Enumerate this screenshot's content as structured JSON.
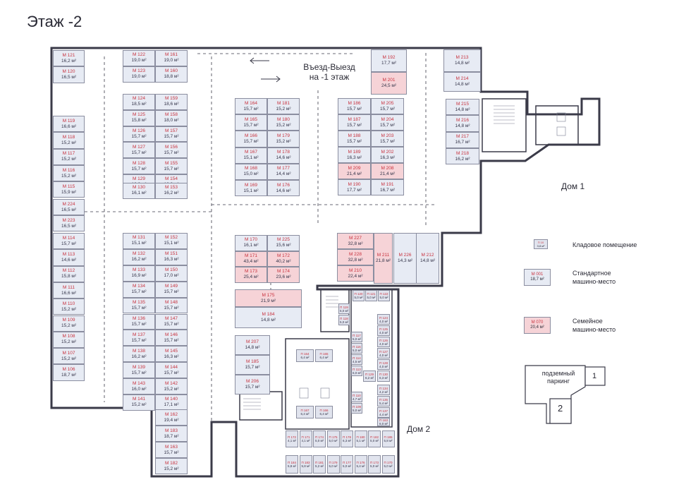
{
  "title": "Этаж -2",
  "entrance": {
    "line1": "Въезд-Выезд",
    "line2": "на -1 этаж"
  },
  "house1": "Дом 1",
  "house2": "Дом 2",
  "spaces": [
    {
      "id": "М 121",
      "area": "16,2 м²",
      "t": "std"
    },
    {
      "id": "М 120",
      "area": "16,5 м²",
      "t": "std"
    },
    {
      "id": "М 119",
      "area": "16,6 м²",
      "t": "std"
    },
    {
      "id": "М 118",
      "area": "15,2 м²",
      "t": "std"
    },
    {
      "id": "М 117",
      "area": "15,2 м²",
      "t": "std"
    },
    {
      "id": "М 116",
      "area": "15,2 м²",
      "t": "std"
    },
    {
      "id": "М 115",
      "area": "15,9 м²",
      "t": "std"
    },
    {
      "id": "М 224",
      "area": "16,5 м²",
      "t": "std"
    },
    {
      "id": "М 223",
      "area": "16,5 м²",
      "t": "std"
    },
    {
      "id": "М 114",
      "area": "15,7 м²",
      "t": "std"
    },
    {
      "id": "М 113",
      "area": "14,6 м²",
      "t": "std"
    },
    {
      "id": "М 112",
      "area": "15,8 м²",
      "t": "std"
    },
    {
      "id": "М 111",
      "area": "16,6 м²",
      "t": "std"
    },
    {
      "id": "М 110",
      "area": "15,2 м²",
      "t": "std"
    },
    {
      "id": "М 109",
      "area": "15,2 м²",
      "t": "std"
    },
    {
      "id": "М 108",
      "area": "15,2 м²",
      "t": "std"
    },
    {
      "id": "М 107",
      "area": "15,2 м²",
      "t": "std"
    },
    {
      "id": "М 106",
      "area": "18,7 м²",
      "t": "std"
    },
    {
      "id": "М 122",
      "area": "19,0 м²",
      "t": "std"
    },
    {
      "id": "М 161",
      "area": "19,0 м²",
      "t": "std"
    },
    {
      "id": "М 123",
      "area": "19,0 м²",
      "t": "std"
    },
    {
      "id": "М 160",
      "area": "18,8 м²",
      "t": "std"
    },
    {
      "id": "М 124",
      "area": "18,5 м²",
      "t": "std"
    },
    {
      "id": "М 159",
      "area": "18,6 м²",
      "t": "std"
    },
    {
      "id": "М 125",
      "area": "15,8 м²",
      "t": "std"
    },
    {
      "id": "М 158",
      "area": "18,0 м²",
      "t": "std"
    },
    {
      "id": "М 126",
      "area": "15,7 м²",
      "t": "std"
    },
    {
      "id": "М 157",
      "area": "15,7 м²",
      "t": "std"
    },
    {
      "id": "М 127",
      "area": "15,7 м²",
      "t": "std"
    },
    {
      "id": "М 156",
      "area": "15,7 м²",
      "t": "std"
    },
    {
      "id": "М 128",
      "area": "15,7 м²",
      "t": "std"
    },
    {
      "id": "М 155",
      "area": "15,7 м²",
      "t": "std"
    },
    {
      "id": "М 129",
      "area": "16,2 м²",
      "t": "std"
    },
    {
      "id": "М 154",
      "area": "16,3 м²",
      "t": "std"
    },
    {
      "id": "М 130",
      "area": "16,1 м²",
      "t": "std"
    },
    {
      "id": "М 153",
      "area": "16,2 м²",
      "t": "std"
    },
    {
      "id": "М 131",
      "area": "15,1 м²",
      "t": "std"
    },
    {
      "id": "М 152",
      "area": "15,1 м²",
      "t": "std"
    },
    {
      "id": "М 132",
      "area": "16,2 м²",
      "t": "std"
    },
    {
      "id": "М 151",
      "area": "16,3 м²",
      "t": "std"
    },
    {
      "id": "М 133",
      "area": "16,9 м²",
      "t": "std"
    },
    {
      "id": "М 150",
      "area": "17,0 м²",
      "t": "std"
    },
    {
      "id": "М 134",
      "area": "15,7 м²",
      "t": "std"
    },
    {
      "id": "М 149",
      "area": "15,7 м²",
      "t": "std"
    },
    {
      "id": "М 135",
      "area": "15,7 м²",
      "t": "std"
    },
    {
      "id": "М 148",
      "area": "15,7 м²",
      "t": "std"
    },
    {
      "id": "М 136",
      "area": "15,7 м²",
      "t": "std"
    },
    {
      "id": "М 147",
      "area": "15,7 м²",
      "t": "std"
    },
    {
      "id": "М 137",
      "area": "15,7 м²",
      "t": "std"
    },
    {
      "id": "М 146",
      "area": "15,7 м²",
      "t": "std"
    },
    {
      "id": "М 138",
      "area": "16,2 м²",
      "t": "std"
    },
    {
      "id": "М 145",
      "area": "16,3 м²",
      "t": "std"
    },
    {
      "id": "М 139",
      "area": "15,7 м²",
      "t": "std"
    },
    {
      "id": "М 144",
      "area": "15,7 м²",
      "t": "std"
    },
    {
      "id": "М 143",
      "area": "16,0 м²",
      "t": "std"
    },
    {
      "id": "М 142",
      "area": "15,2 м²",
      "t": "std"
    },
    {
      "id": "М 141",
      "area": "15,2 м²",
      "t": "std"
    },
    {
      "id": "М 140",
      "area": "17,1 м²",
      "t": "std"
    },
    {
      "id": "М 162",
      "area": "19,4 м²",
      "t": "std"
    },
    {
      "id": "М 183",
      "area": "18,7 м²",
      "t": "std"
    },
    {
      "id": "М 163",
      "area": "15,7 м²",
      "t": "std"
    },
    {
      "id": "М 182",
      "area": "15,2 м²",
      "t": "std"
    },
    {
      "id": "М 164",
      "area": "15,7 м²",
      "t": "std"
    },
    {
      "id": "М 181",
      "area": "15,2 м²",
      "t": "std"
    },
    {
      "id": "М 165",
      "area": "15,7 м²",
      "t": "std"
    },
    {
      "id": "М 180",
      "area": "15,2 м²",
      "t": "std"
    },
    {
      "id": "М 166",
      "area": "15,7 м²",
      "t": "std"
    },
    {
      "id": "М 179",
      "area": "15,2 м²",
      "t": "std"
    },
    {
      "id": "М 167",
      "area": "15,1 м²",
      "t": "std"
    },
    {
      "id": "М 178",
      "area": "14,6 м²",
      "t": "std"
    },
    {
      "id": "М 168",
      "area": "15,0 м²",
      "t": "std"
    },
    {
      "id": "М 177",
      "area": "14,4 м²",
      "t": "std"
    },
    {
      "id": "М 169",
      "area": "15,1 м²",
      "t": "std"
    },
    {
      "id": "М 176",
      "area": "14,6 м²",
      "t": "std"
    },
    {
      "id": "М 170",
      "area": "16,1 м²",
      "t": "std"
    },
    {
      "id": "М 225",
      "area": "15,6 м²",
      "t": "std"
    },
    {
      "id": "М 171",
      "area": "43,4 м²",
      "t": "fam"
    },
    {
      "id": "М 172",
      "area": "40,2 м²",
      "t": "fam"
    },
    {
      "id": "М 173",
      "area": "25,4 м²",
      "t": "fam"
    },
    {
      "id": "М 174",
      "area": "23,6 м²",
      "t": "fam"
    },
    {
      "id": "М 175",
      "area": "21,9 м²",
      "t": "fam"
    },
    {
      "id": "М 184",
      "area": "14,8 м²",
      "t": "std"
    },
    {
      "id": "М 207",
      "area": "14,8 м²",
      "t": "std"
    },
    {
      "id": "М 185",
      "area": "15,7 м²",
      "t": "std"
    },
    {
      "id": "М 206",
      "area": "15,7 м²",
      "t": "std"
    },
    {
      "id": "М 186",
      "area": "15,7 м²",
      "t": "std"
    },
    {
      "id": "М 205",
      "area": "15,7 м²",
      "t": "std"
    },
    {
      "id": "М 187",
      "area": "15,7 м²",
      "t": "std"
    },
    {
      "id": "М 204",
      "area": "15,7 м²",
      "t": "std"
    },
    {
      "id": "М 188",
      "area": "15,7 м²",
      "t": "std"
    },
    {
      "id": "М 203",
      "area": "15,7 м²",
      "t": "std"
    },
    {
      "id": "М 189",
      "area": "16,3 м²",
      "t": "std"
    },
    {
      "id": "М 202",
      "area": "16,3 м²",
      "t": "std"
    },
    {
      "id": "М 209",
      "area": "21,4 м²",
      "t": "fam"
    },
    {
      "id": "М 208",
      "area": "21,4 м²",
      "t": "fam"
    },
    {
      "id": "М 190",
      "area": "17,7 м²",
      "t": "std"
    },
    {
      "id": "М 191",
      "area": "16,7 м²",
      "t": "std"
    },
    {
      "id": "М 192",
      "area": "17,7 м²",
      "t": "std"
    },
    {
      "id": "М 201",
      "area": "24,5 м²",
      "t": "fam"
    },
    {
      "id": "М 227",
      "area": "32,8 м²",
      "t": "fam"
    },
    {
      "id": "М 228",
      "area": "32,8 м²",
      "t": "fam"
    },
    {
      "id": "М 210",
      "area": "22,4 м²",
      "t": "fam"
    },
    {
      "id": "М 211",
      "area": "21,8 м²",
      "t": "fam"
    },
    {
      "id": "М 226",
      "area": "14,3 м²",
      "t": "std"
    },
    {
      "id": "М 212",
      "area": "14,8 м²",
      "t": "std"
    },
    {
      "id": "М 213",
      "area": "14,8 м²",
      "t": "std"
    },
    {
      "id": "М 214",
      "area": "14,8 м²",
      "t": "std"
    },
    {
      "id": "М 215",
      "area": "14,8 м²",
      "t": "std"
    },
    {
      "id": "М 216",
      "area": "14,8 м²",
      "t": "std"
    },
    {
      "id": "М 217",
      "area": "16,7 м²",
      "t": "std"
    },
    {
      "id": "М 218",
      "area": "16,2 м²",
      "t": "std"
    }
  ],
  "storage": [
    {
      "id": "П 120",
      "area": "5,0 м²"
    },
    {
      "id": "П 121",
      "area": "5,0 м²"
    },
    {
      "id": "П 122",
      "area": "5,0 м²"
    },
    {
      "id": "П 119",
      "area": "5,0 м²"
    },
    {
      "id": "П 118",
      "area": "5,0 м²"
    },
    {
      "id": "П 124",
      "area": "4,0 м²"
    },
    {
      "id": "П 125",
      "area": "4,0 м²"
    },
    {
      "id": "П 126",
      "area": "4,0 м²"
    },
    {
      "id": "П 117",
      "area": "5,0 м²"
    },
    {
      "id": "П 116",
      "area": "5,0 м²"
    },
    {
      "id": "П 127",
      "area": "4,0 м²"
    },
    {
      "id": "П 128",
      "area": "4,0 м²"
    },
    {
      "id": "П 164",
      "area": "6,4 м²"
    },
    {
      "id": "П 165",
      "area": "6,4 м²"
    },
    {
      "id": "П 114",
      "area": "4,5 м²"
    },
    {
      "id": "П 113",
      "area": "6,0 м²"
    },
    {
      "id": "П 129",
      "area": "6,2 м²"
    },
    {
      "id": "П 130",
      "area": "6,3 м²"
    },
    {
      "id": "П 167",
      "area": "6,4 м²"
    },
    {
      "id": "П 166",
      "area": "6,4 м²"
    },
    {
      "id": "П 110",
      "area": "4,7 м²"
    },
    {
      "id": "П 109",
      "area": "5,0 м²"
    },
    {
      "id": "П 134",
      "area": "4,2 м²"
    },
    {
      "id": "П 135",
      "area": "5,4 м²"
    },
    {
      "id": "П 137",
      "area": "4,4 м²"
    },
    {
      "id": "П 163",
      "area": "6,0 м²"
    },
    {
      "id": "П 172",
      "area": "4,1 м²"
    },
    {
      "id": "П 171",
      "area": "4,1 м²"
    },
    {
      "id": "П 174",
      "area": "5,0 м²"
    },
    {
      "id": "П 175",
      "area": "5,0 м²"
    },
    {
      "id": "П 178",
      "area": "6,3 м²"
    },
    {
      "id": "П 180",
      "area": "5,1 м²"
    },
    {
      "id": "П 182",
      "area": "5,0 м²"
    },
    {
      "id": "П 185",
      "area": "5,8 м²"
    },
    {
      "id": "П 184",
      "area": "5,8 м²"
    },
    {
      "id": "П 183",
      "area": "5,8 м²"
    },
    {
      "id": "П 181",
      "area": "5,2 м²"
    },
    {
      "id": "П 179",
      "area": "5,0 м²"
    },
    {
      "id": "П 177",
      "area": "5,0 м²"
    },
    {
      "id": "П 176",
      "area": "5,4 м²"
    },
    {
      "id": "П 173",
      "area": "5,0 м²"
    },
    {
      "id": "П 170",
      "area": "5,0 м²"
    }
  ],
  "legend": {
    "storage": {
      "id": "П 10",
      "area": "3,8 м²",
      "label": "Кладовое помещение"
    },
    "standard": {
      "id": "М 001",
      "area": "18,7 м²",
      "label1": "Стандартное",
      "label2": "машино-место"
    },
    "family": {
      "id": "М 070",
      "area": "20,4 м²",
      "label1": "Семейное",
      "label2": "машино-место"
    }
  },
  "keyplan": {
    "label1": "подземный",
    "label2": "паркинг",
    "b1": "1",
    "b2": "2"
  },
  "colors": {
    "standard": "#e7ebf4",
    "family": "#f6d3d7",
    "wall": "#3a3a48",
    "accent": "#c8323e"
  }
}
